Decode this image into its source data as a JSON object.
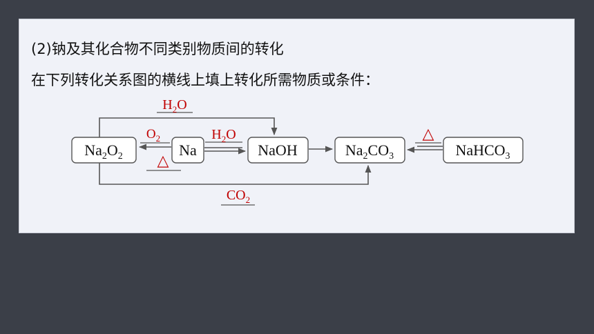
{
  "heading": "(2)钠及其化合物不同类别物质间的转化",
  "instruction": "在下列转化关系图的横线上填上转化所需物质或条件：",
  "nodes": {
    "na2o2": {
      "base1": "Na",
      "sub1": "2",
      "base2": "O",
      "sub2": "2"
    },
    "na": {
      "label": "Na"
    },
    "naoh": {
      "label": "NaOH"
    },
    "na2co3": {
      "base1": "Na",
      "sub1": "2",
      "base2": "CO",
      "sub2": "3"
    },
    "nahco3": {
      "base": "NaHCO",
      "sub": "3"
    }
  },
  "conditions": {
    "na2o2_to_naoh": {
      "base1": "H",
      "sub": "2",
      "base2": "O"
    },
    "na_to_na2o2_top": {
      "base": "O",
      "sub": "2"
    },
    "na_to_na2o2_bottom": "△",
    "na_to_naoh": {
      "base1": "H",
      "sub": "2",
      "base2": "O"
    },
    "na2o2_to_na2co3": {
      "base": "CO",
      "sub": "2"
    },
    "nahco3_to_na2co3": "△"
  },
  "colors": {
    "answer": "#c00000",
    "panel": "#f0f2f8",
    "background": "#3b3f48"
  }
}
